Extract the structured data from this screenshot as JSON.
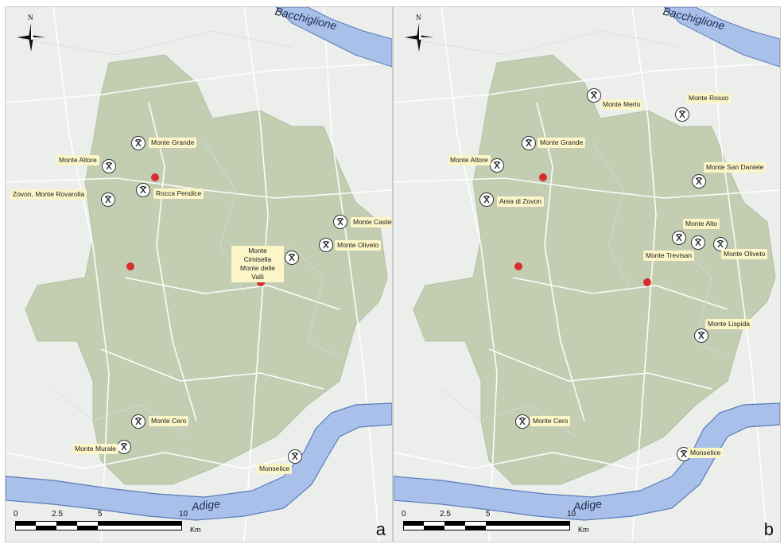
{
  "colors": {
    "land": "#eceeec",
    "hills": "#c3cdb2",
    "river": "#a9c1ea",
    "roads": "#ffffff",
    "label_bg": "#fbf5c8",
    "site": "#d42e2e"
  },
  "panels": [
    {
      "letter": "a",
      "rivers": {
        "north": "Bacchiglione",
        "south": "Adige"
      },
      "mines": [
        {
          "name": "Monte Grande"
        },
        {
          "name": "Monte Altore"
        },
        {
          "name": "Rocca Pendice"
        },
        {
          "name": "Zovon, Monte Rovarolla"
        },
        {
          "name": "Monte Castello"
        },
        {
          "name": "Monte Oliveto"
        },
        {
          "name": "Monte Cimisella Monte delle Valli"
        },
        {
          "name": "Monte Cero"
        },
        {
          "name": "Monte Murale"
        },
        {
          "name": "Monselice"
        }
      ],
      "scale": {
        "ticks": [
          "0",
          "2.5",
          "5",
          "10"
        ],
        "unit": "Km"
      }
    },
    {
      "letter": "b",
      "rivers": {
        "north": "Bacchiglione",
        "south": "Adige"
      },
      "mines": [
        {
          "name": "Monte Merlo"
        },
        {
          "name": "Monte Rosso"
        },
        {
          "name": "Monte Grande"
        },
        {
          "name": "Monte Altore"
        },
        {
          "name": "Monte San Daniele"
        },
        {
          "name": "Area di Zovon"
        },
        {
          "name": "Monte Alto"
        },
        {
          "name": "Monte Trevisan"
        },
        {
          "name": "Monte Oliveto"
        },
        {
          "name": "Monte Lispida"
        },
        {
          "name": "Monte Cero"
        },
        {
          "name": "Monselice"
        }
      ],
      "scale": {
        "ticks": [
          "0",
          "2.5",
          "5",
          "10"
        ],
        "unit": "Km"
      }
    }
  ],
  "compass_letter": "N"
}
